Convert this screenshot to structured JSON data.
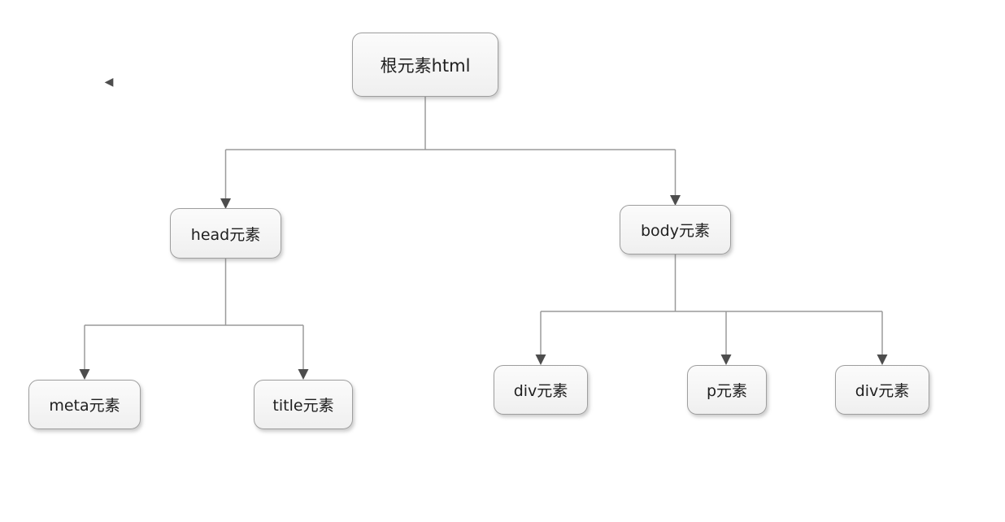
{
  "controls": {
    "collapse_glyph": "◀"
  },
  "diagram": {
    "type": "tree",
    "colors": {
      "line": "#9a9a9a",
      "arrow": "#4d4d4d",
      "node_border": "#9e9e9e",
      "node_fill": "#f4f4f4",
      "text": "#1f1f1f",
      "background": "#ffffff"
    },
    "tree": {
      "root": {
        "label": "根元素html",
        "children": [
          {
            "label": "head元素",
            "children": [
              {
                "label": "meta元素"
              },
              {
                "label": "title元素"
              }
            ]
          },
          {
            "label": "body元素",
            "children": [
              {
                "label": "div元素"
              },
              {
                "label": "p元素"
              },
              {
                "label": "div元素"
              }
            ]
          }
        ]
      }
    }
  }
}
